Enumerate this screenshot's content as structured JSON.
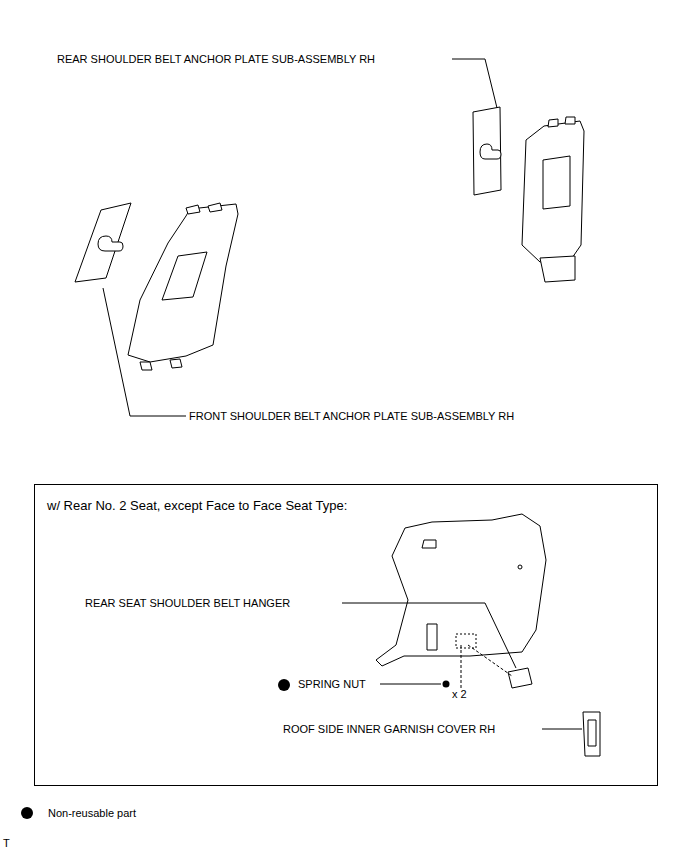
{
  "diagram": {
    "nodes": [
      {
        "text": [
          "w/ Rear No. 2 Seat, except Face to Face Seat Type:"
        ]
      }
    ],
    "labels": [
      "REAR SHOULDER BELT ANCHOR PLATE SUB-ASSEMBLY RH",
      "FRONT SHOULDER BELT ANCHOR PLATE SUB-ASSEMBLY RH",
      "REAR SEAT SHOULDER BELT HANGER",
      "SPRING NUT",
      "x 2",
      "ROOF SIDE INNER GARNISH COVER RH",
      "T"
    ],
    "legend": [
      {
        "text": "Non-reusable part"
      }
    ]
  }
}
